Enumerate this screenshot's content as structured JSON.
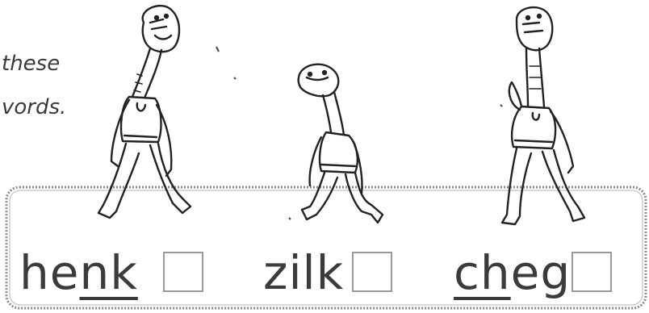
{
  "instructions": {
    "line1": "these",
    "line2": "vords."
  },
  "words": [
    {
      "pre": "he",
      "underlined": "nk",
      "post": ""
    },
    {
      "pre": "zilk",
      "underlined": "",
      "post": ""
    },
    {
      "pre": "",
      "underlined": "ch",
      "post": "eg"
    }
  ],
  "icons": {
    "figures": [
      "alien-walking-icon",
      "alien-walking-icon",
      "alien-walking-icon"
    ],
    "checkboxes": [
      "checkbox-icon",
      "checkbox-icon",
      "checkbox-icon"
    ]
  },
  "colors": {
    "ink": "#3b3b3b",
    "box_border": "#9a9a9a"
  }
}
